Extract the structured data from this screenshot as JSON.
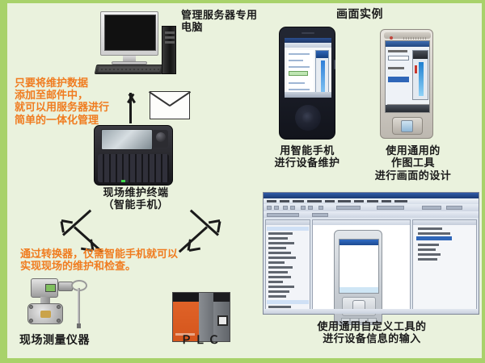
{
  "diagram": {
    "title_right": "画面实例",
    "background_color": "#eaf2dd",
    "border_color": "#a8d26a",
    "accent_color": "#f07c20"
  },
  "labels": {
    "server_pc": "管理服务器专用\n电脑",
    "mail_note": "只要将维护数据\n添加至邮件中，\n就可以用服务器进行\n简单的一体化管理",
    "terminal": "现场维护终端\n（智能手机）",
    "converter_note": "通过转换器，仅需智能手机就可以\n实现现场的维护和检查。",
    "field_instrument": "现场测量仪器",
    "plc": "ＰＬＣ",
    "phone_caption": "用智能手机\n进行设备维护",
    "pda_caption": "使用通用的\n作图工具\n进行画面的设计",
    "ide_caption": "使用通用自定义工具的\n进行设备信息的输入"
  },
  "icons": {
    "desktop_pc": "desktop-computer-icon",
    "envelope": "envelope-icon",
    "up_arrow": "up-arrow-icon",
    "terminal_device": "handheld-terminal-icon",
    "double_arrow_left": "double-headed-arrow-icon",
    "double_arrow_right": "double-headed-arrow-icon",
    "flowmeter": "flowmeter-icon",
    "plc_unit": "plc-unit-icon",
    "smartphone_photo": "smartphone-screenshot-icon",
    "pda_photo": "pda-screenshot-icon",
    "ide_screenshot": "ide-screenshot-icon"
  }
}
